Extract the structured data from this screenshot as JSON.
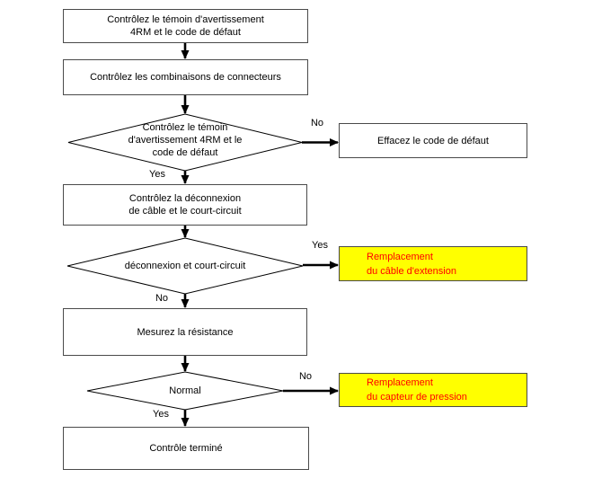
{
  "colors": {
    "highlight_bg": "#ffff00",
    "highlight_text": "#ff0000",
    "node_bg": "#ffffff",
    "node_border": "#4a4a4a",
    "line": "#000000"
  },
  "nodes": {
    "check_warning_light": {
      "label": "Contrôlez le témoin d'avertissement\n4RM et le code de défaut"
    },
    "check_connectors": {
      "label": "Contrôlez les combinaisons de connecteurs"
    },
    "decision_warning_light": {
      "label": "Contrôlez le témoin\nd'avertissement 4RM et le\ncode de défaut"
    },
    "erase_fault_code": {
      "label": "Effacez le code de défaut"
    },
    "check_disconnection": {
      "label": "Contrôlez la déconnexion\nde câble et le court-circuit"
    },
    "decision_disconnection": {
      "label": "déconnexion et court-circuit"
    },
    "replace_extension_cable": {
      "label": "Remplacement\ndu câble d'extension"
    },
    "measure_resistance": {
      "label": "Mesurez la résistance"
    },
    "decision_normal": {
      "label": "Normal"
    },
    "replace_pressure_sensor": {
      "label": "Remplacement\ndu capteur de pression"
    },
    "check_complete": {
      "label": "Contrôle terminé"
    }
  },
  "edge_labels": {
    "decision1_yes": "Yes",
    "decision1_no": "No",
    "decision2_yes": "Yes",
    "decision2_no": "No",
    "decision3_yes": "Yes",
    "decision3_no": "No"
  }
}
